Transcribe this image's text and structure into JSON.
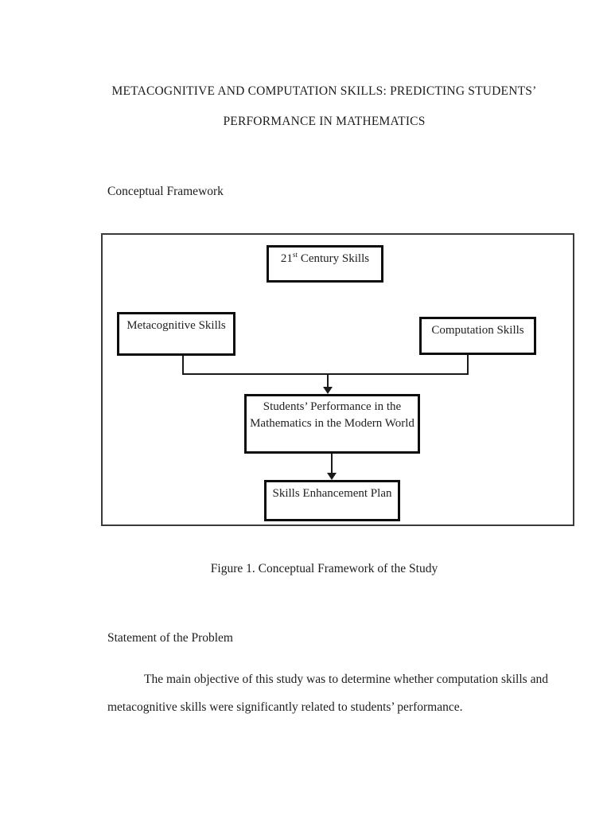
{
  "colors": {
    "page_background": "#ffffff",
    "text": "#1c1c1c",
    "box_border": "#0d0d0d",
    "frame_border": "#3a3a3a",
    "connector": "#1a1a1a"
  },
  "title": {
    "line1": "METACOGNITIVE AND COMPUTATION SKILLS: PREDICTING STUDENTS’",
    "line2": "PERFORMANCE IN MATHEMATICS"
  },
  "headings": {
    "conceptual_framework": "Conceptual Framework",
    "statement_of_problem": "Statement of the Problem"
  },
  "figure": {
    "caption": "Figure 1. Conceptual Framework of the Study",
    "diagram": {
      "type": "flowchart",
      "nodes": {
        "century": {
          "base": "21",
          "sup": "st",
          "rest": " Century Skills"
        },
        "metacognitive": "Metacognitive Skills",
        "computation": "Computation Skills",
        "performance": {
          "line1": "Students’ Performance in the",
          "line2": "Mathematics in the Modern World"
        },
        "enhancement": "Skills Enhancement Plan"
      },
      "connections": [
        {
          "from": "metacognitive",
          "to": "performance",
          "style": "elbow merge, arrow into performance"
        },
        {
          "from": "computation",
          "to": "performance",
          "style": "elbow merge, arrow into performance"
        },
        {
          "from": "performance",
          "to": "enhancement",
          "style": "straight arrow down"
        }
      ]
    }
  },
  "body": {
    "paragraph_lines": [
      "The main objective of this study was to determine whether computation skills and",
      "metacognitive skills were significantly related to students’ performance."
    ]
  }
}
